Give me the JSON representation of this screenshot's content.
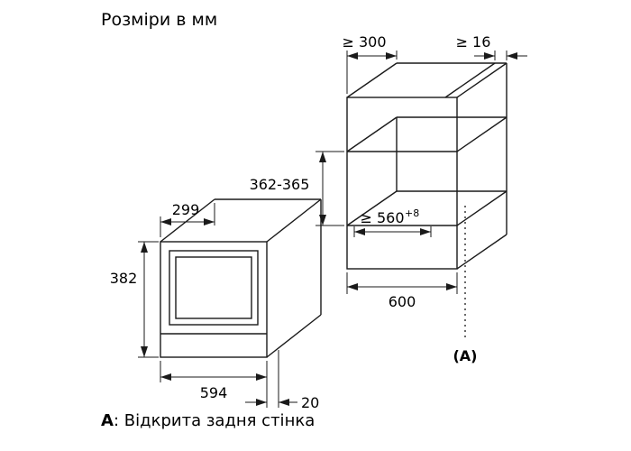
{
  "title": "Розміри в мм",
  "caption": {
    "label": "A",
    "text": ": Відкрита задня стінка"
  },
  "microwave": {
    "depth": "299",
    "height": "382",
    "width": "594",
    "frame_overhang": "20"
  },
  "niche": {
    "top_depth": "≥ 300",
    "side_panel_gap": "≥ 16",
    "height": "362-365",
    "width": "≥ 560",
    "width_tolerance": "+8",
    "cabinet_width": "600",
    "rear_wall_label": "(A)"
  },
  "colors": {
    "line": "#1a1a1a",
    "text": "#000000",
    "background": "#ffffff"
  }
}
